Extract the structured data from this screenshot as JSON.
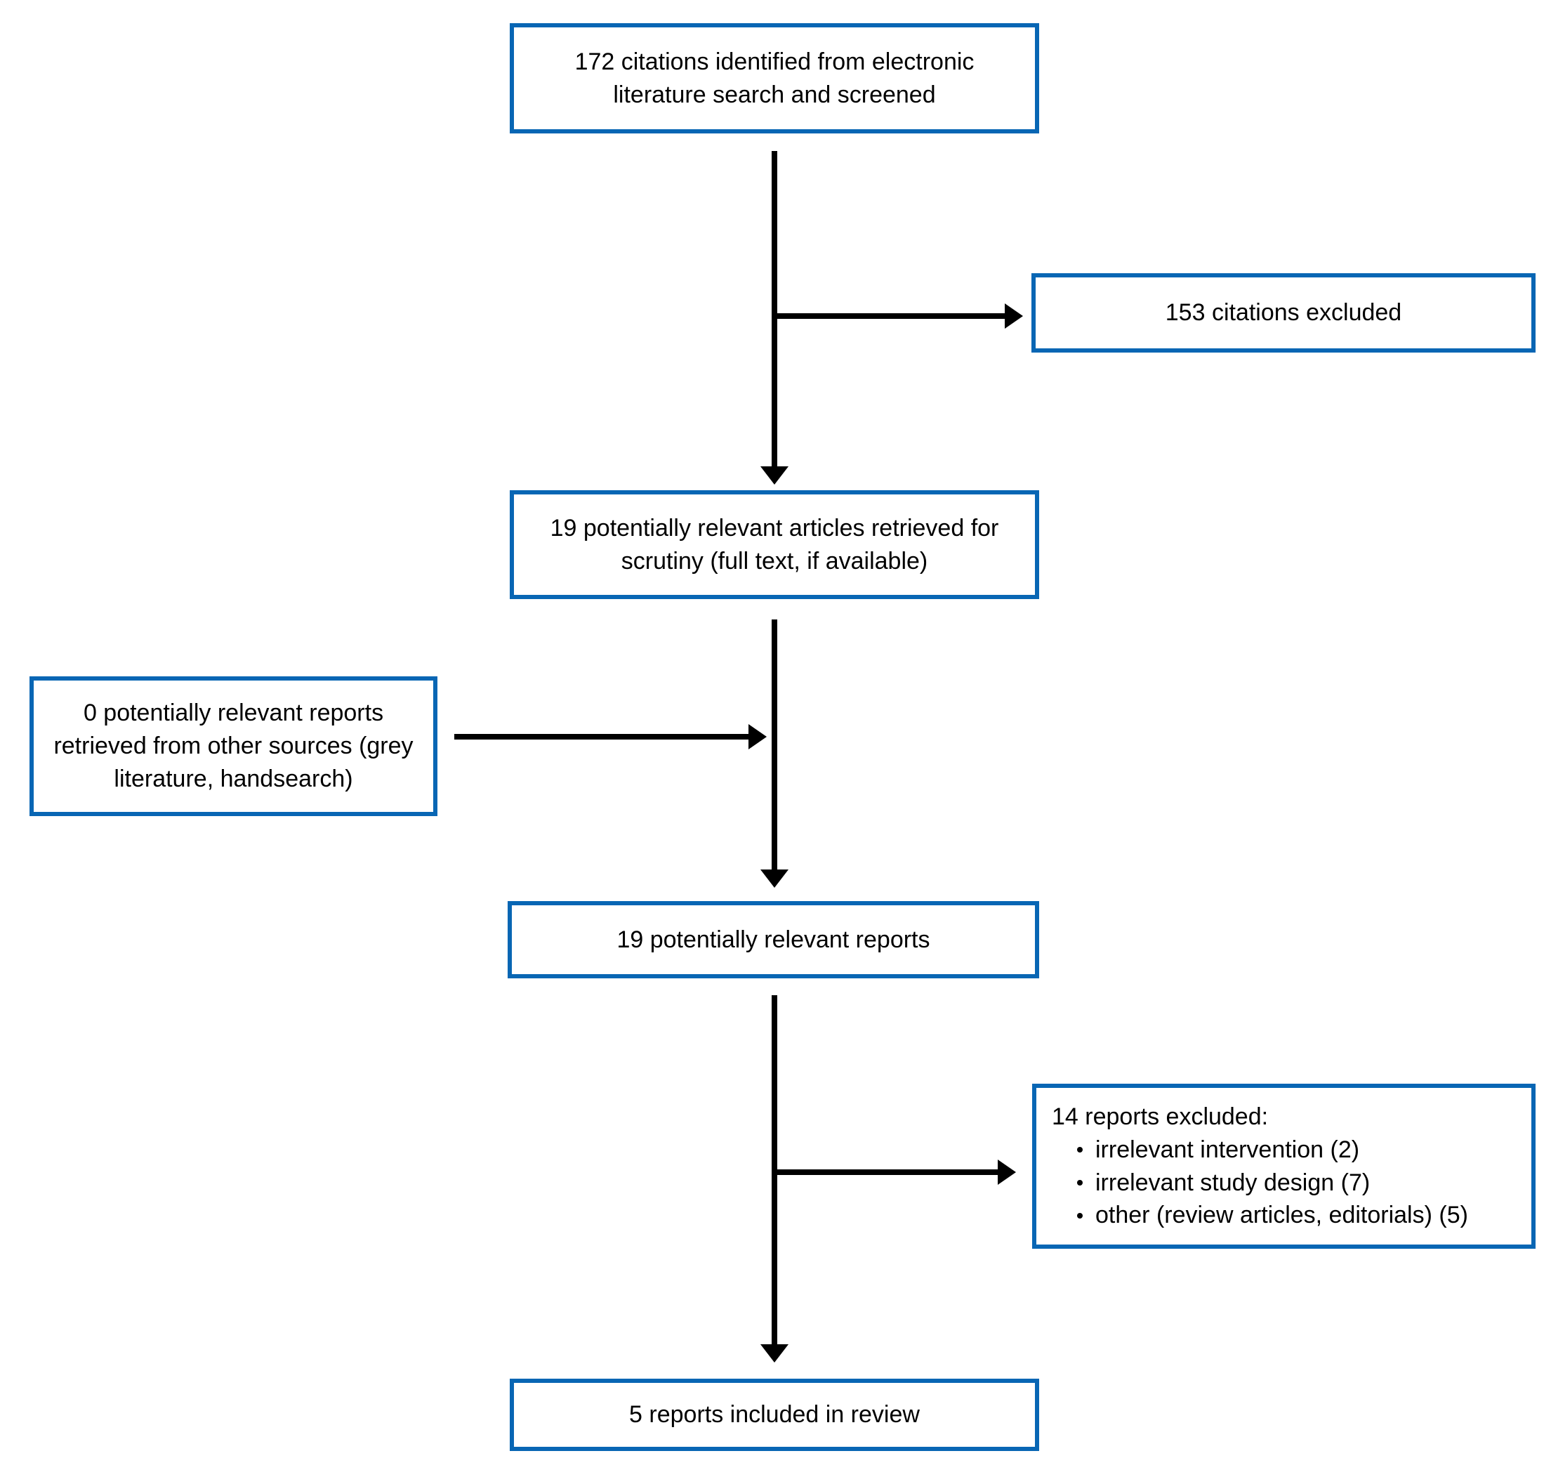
{
  "diagram": {
    "type": "literature-screening-flowchart",
    "colors": {
      "box_border": "#0866B4",
      "arrow": "#000000",
      "text": "#000000",
      "background": "#FFFFFF"
    },
    "boxes": {
      "identified": {
        "text": "172 citations identified from electronic literature search and screened"
      },
      "excluded_citations": {
        "text": "153 citations excluded"
      },
      "retrieved": {
        "text": "19 potentially relevant articles retrieved for scrutiny (full text, if available)"
      },
      "other_sources": {
        "text": "0 potentially relevant reports retrieved from other sources (grey literature, handsearch)"
      },
      "relevant_reports": {
        "text": "19 potentially relevant reports"
      },
      "excluded_reports": {
        "title": "14 reports excluded:",
        "bullets": [
          "irrelevant intervention (2)",
          "irrelevant study design (7)",
          "other (review articles, editorials) (5)"
        ]
      },
      "included": {
        "text": "5 reports included in review"
      }
    }
  }
}
